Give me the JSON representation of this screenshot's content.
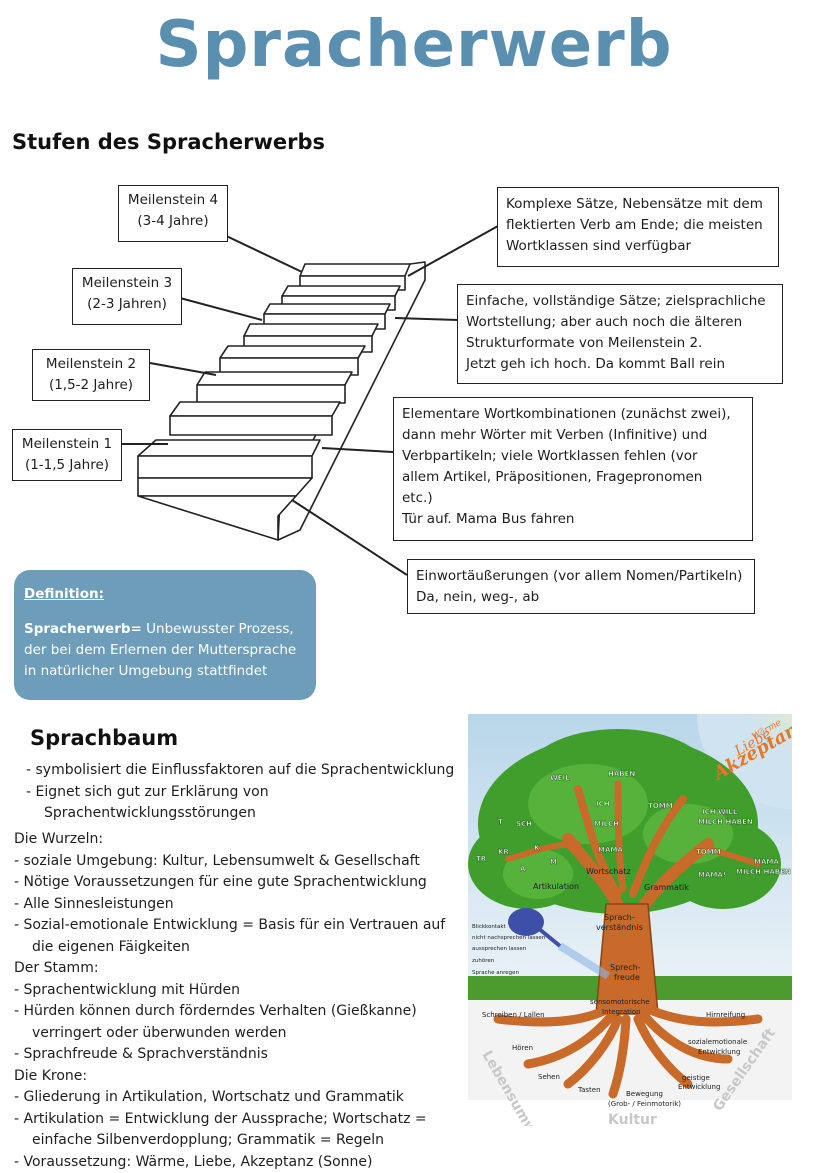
{
  "title": "Spracherwerb",
  "stufen": {
    "heading": "Stufen des Spracherwerbs",
    "milestones": [
      {
        "label": "Meilenstein 4",
        "age": "(3-4 Jahre)"
      },
      {
        "label": "Meilenstein 3",
        "age": "(2-3 Jahren)"
      },
      {
        "label": "Meilenstein 2",
        "age": "(1,5-2 Jahre)"
      },
      {
        "label": "Meilenstein 1",
        "age": "(1-1,5 Jahre)"
      }
    ],
    "descriptions": [
      {
        "lines": [
          "Komplexe Sätze, Nebensätze mit dem",
          "flektierten Verb am Ende; die meisten",
          "Wortklassen sind verfügbar"
        ]
      },
      {
        "lines": [
          "Einfache, vollständige Sätze; zielsprachliche",
          "Wortstellung; aber auch noch die älteren",
          "Strukturformate von Meilenstein 2.",
          "Jetzt geh ich hoch. Da kommt Ball rein"
        ]
      },
      {
        "lines": [
          "Elementare Wortkombinationen (zunächst zwei),",
          "dann mehr Wörter mit Verben (Infinitive) und",
          "Verbpartikeln; viele Wortklassen fehlen (vor",
          "allem Artikel, Präpositionen, Fragepronomen",
          "etc.)",
          "Tür auf. Mama Bus fahren"
        ]
      },
      {
        "lines": [
          "Einwortäußerungen (vor allem Nomen/Partikeln)",
          "Da, nein, weg-, ab"
        ]
      }
    ]
  },
  "definition": {
    "heading": "Definition:",
    "term": "Spracherwerb=",
    "line1": " Unbewusster Prozess,",
    "line2": "der bei dem Erlernen der Muttersprache",
    "line3": "in natürlicher Umgebung stattfindet"
  },
  "sprachbaum": {
    "heading": "Sprachbaum",
    "intro": [
      "- symbolisiert die Einflussfaktoren auf die Sprachentwicklung",
      "- Eignet sich gut zur Erklärung von",
      "Sprachentwicklungsstörungen"
    ],
    "sections": [
      {
        "title": "Die Wurzeln:",
        "items": [
          "- soziale Umgebung: Kultur, Lebensumwelt & Gesellschaft",
          "- Nötige Voraussetzungen für eine gute Sprachentwicklung",
          "- Alle Sinnesleistungen",
          "- Sozial-emotionale Entwicklung = Basis für ein Vertrauen auf",
          "die eigenen Fäigkeiten"
        ]
      },
      {
        "title": "Der Stamm:",
        "items": [
          "- Sprachentwicklung mit Hürden",
          "- Hürden können durch förderndes Verhalten (Gießkanne)",
          "verringert oder überwunden werden",
          "- Sprachfreude & Sprachverständnis"
        ]
      },
      {
        "title": "Die Krone:",
        "items": [
          "- Gliederung in Artikulation, Wortschatz und Grammatik",
          "- Artikulation = Entwicklung der Aussprache; Wortschatz =",
          "einfache Silbenverdopplung; Grammatik = Regeln",
          "- Voraussetzung: Wärme, Liebe, Akzeptanz (Sonne)"
        ]
      }
    ]
  },
  "tree": {
    "sun": [
      "Wärme",
      "Liebe",
      "Akzeptanz"
    ],
    "crown_words": [
      "WEIL",
      "HABEN",
      "ICH",
      "TOMM",
      "MILCH",
      "ICH WILL",
      "MILCH HABEN",
      "T",
      "SCH",
      "K",
      "MAMA",
      "TOMM",
      "KR",
      "TR",
      "A",
      "M",
      "MAMA!",
      "MAMA",
      "MILCH HABEN"
    ],
    "labels": [
      "Wortschatz",
      "Artikulation",
      "Grammatik",
      "Sprach-",
      "verständnis",
      "Sprech-",
      "freude"
    ],
    "watering": [
      "Blickkontakt",
      "nicht nachsprechen lassen",
      "aussprechen lassen",
      "zuhören",
      "Sprache anregen"
    ],
    "roots": [
      "sensomotorische",
      "Integration",
      "Schreiben / Lallen",
      "Hirnreifung",
      "Hören",
      "sozialemotionale",
      "Entwicklung",
      "Sehen",
      "Tasten",
      "Bewegung",
      "(Grob- / Feinmotorik)",
      "geistige",
      "Entwicklung"
    ],
    "ground": [
      "Lebensumwelt",
      "Kultur",
      "Gesellschaft"
    ]
  }
}
